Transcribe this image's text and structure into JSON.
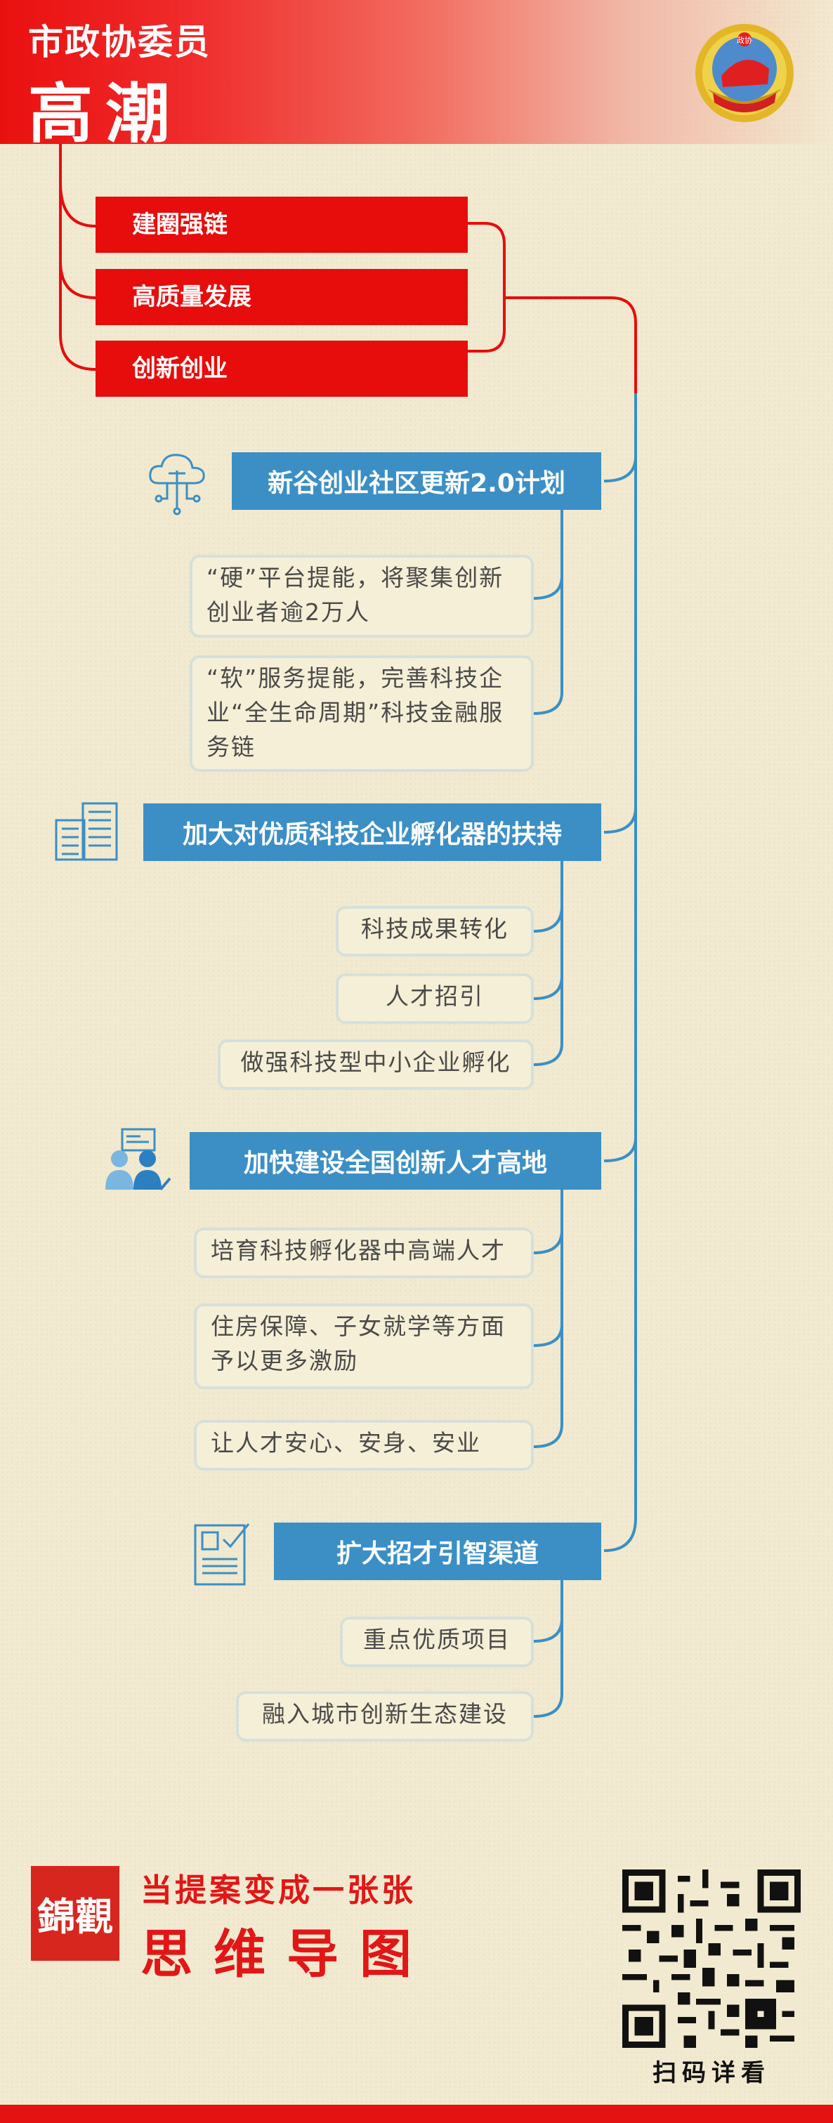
{
  "header": {
    "title": "市政协委员",
    "name": "高潮",
    "emblem_text": "政协"
  },
  "top_topics": [
    "建圈强链",
    "高质量发展",
    "创新创业"
  ],
  "branches": [
    {
      "icon": "cloud-network-icon",
      "title": "新谷创业社区更新2.0计划",
      "leaves": [
        "“硬”平台提能，将聚集创新创业者逾2万人",
        "“软”服务提能，完善科技企业“全生命周期”科技金融服务链"
      ]
    },
    {
      "icon": "office-building-icon",
      "title": "加大对优质科技企业孵化器的扶持",
      "leaves": [
        "科技成果转化",
        "人才招引",
        "做强科技型中小企业孵化"
      ]
    },
    {
      "icon": "talent-people-icon",
      "title": "加快建设全国创新人才高地",
      "leaves": [
        "培育科技孵化器中高端人才",
        "住房保障、子女就学等方面予以更多激励",
        "让人才安心、安身、安业"
      ]
    },
    {
      "icon": "resume-check-icon",
      "title": "扩大招才引智渠道",
      "leaves": [
        "重点优质项目",
        "融入城市创新生态建设"
      ]
    }
  ],
  "footer": {
    "logo_text": "錦觀",
    "line1": "当提案变成一张张",
    "line2": "思维导图",
    "qr_label": "扫码详看"
  },
  "colors": {
    "red": "#e70d0d",
    "blue": "#3b8fc5",
    "background": "#f2ead0",
    "leaf_border": "#d6e0db"
  }
}
